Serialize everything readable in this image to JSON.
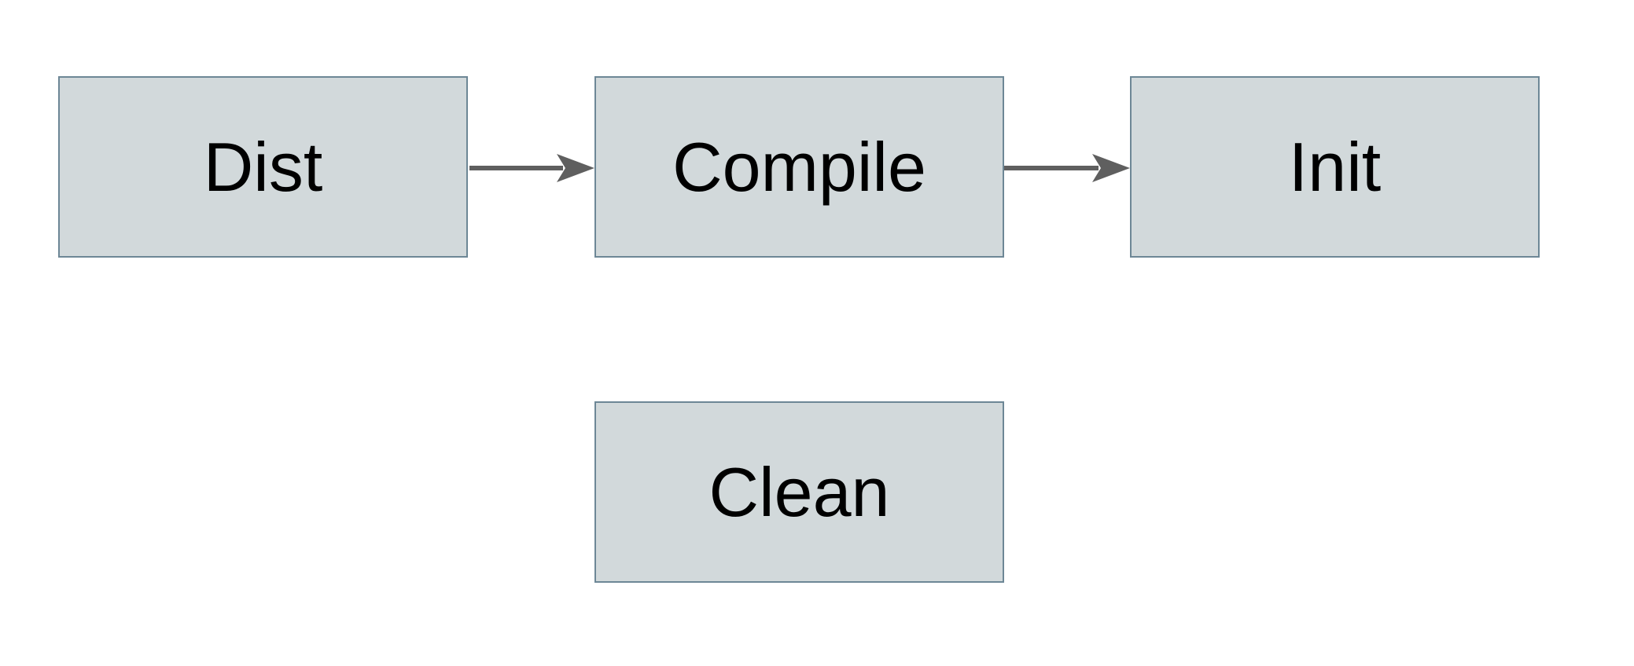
{
  "diagram": {
    "title": "build-targets-flow",
    "nodes": [
      {
        "id": "dist",
        "label": "Dist"
      },
      {
        "id": "compile",
        "label": "Compile"
      },
      {
        "id": "init",
        "label": "Init"
      },
      {
        "id": "clean",
        "label": "Clean"
      }
    ],
    "edges": [
      {
        "from": "dist",
        "to": "compile",
        "style": "arrow"
      },
      {
        "from": "compile",
        "to": "init",
        "style": "arrow"
      }
    ],
    "colors": {
      "node_fill": "#d2d9db",
      "node_border": "#6d8796",
      "arrow": "#5f5f5f",
      "text": "#000000",
      "background": "#ffffff"
    }
  }
}
